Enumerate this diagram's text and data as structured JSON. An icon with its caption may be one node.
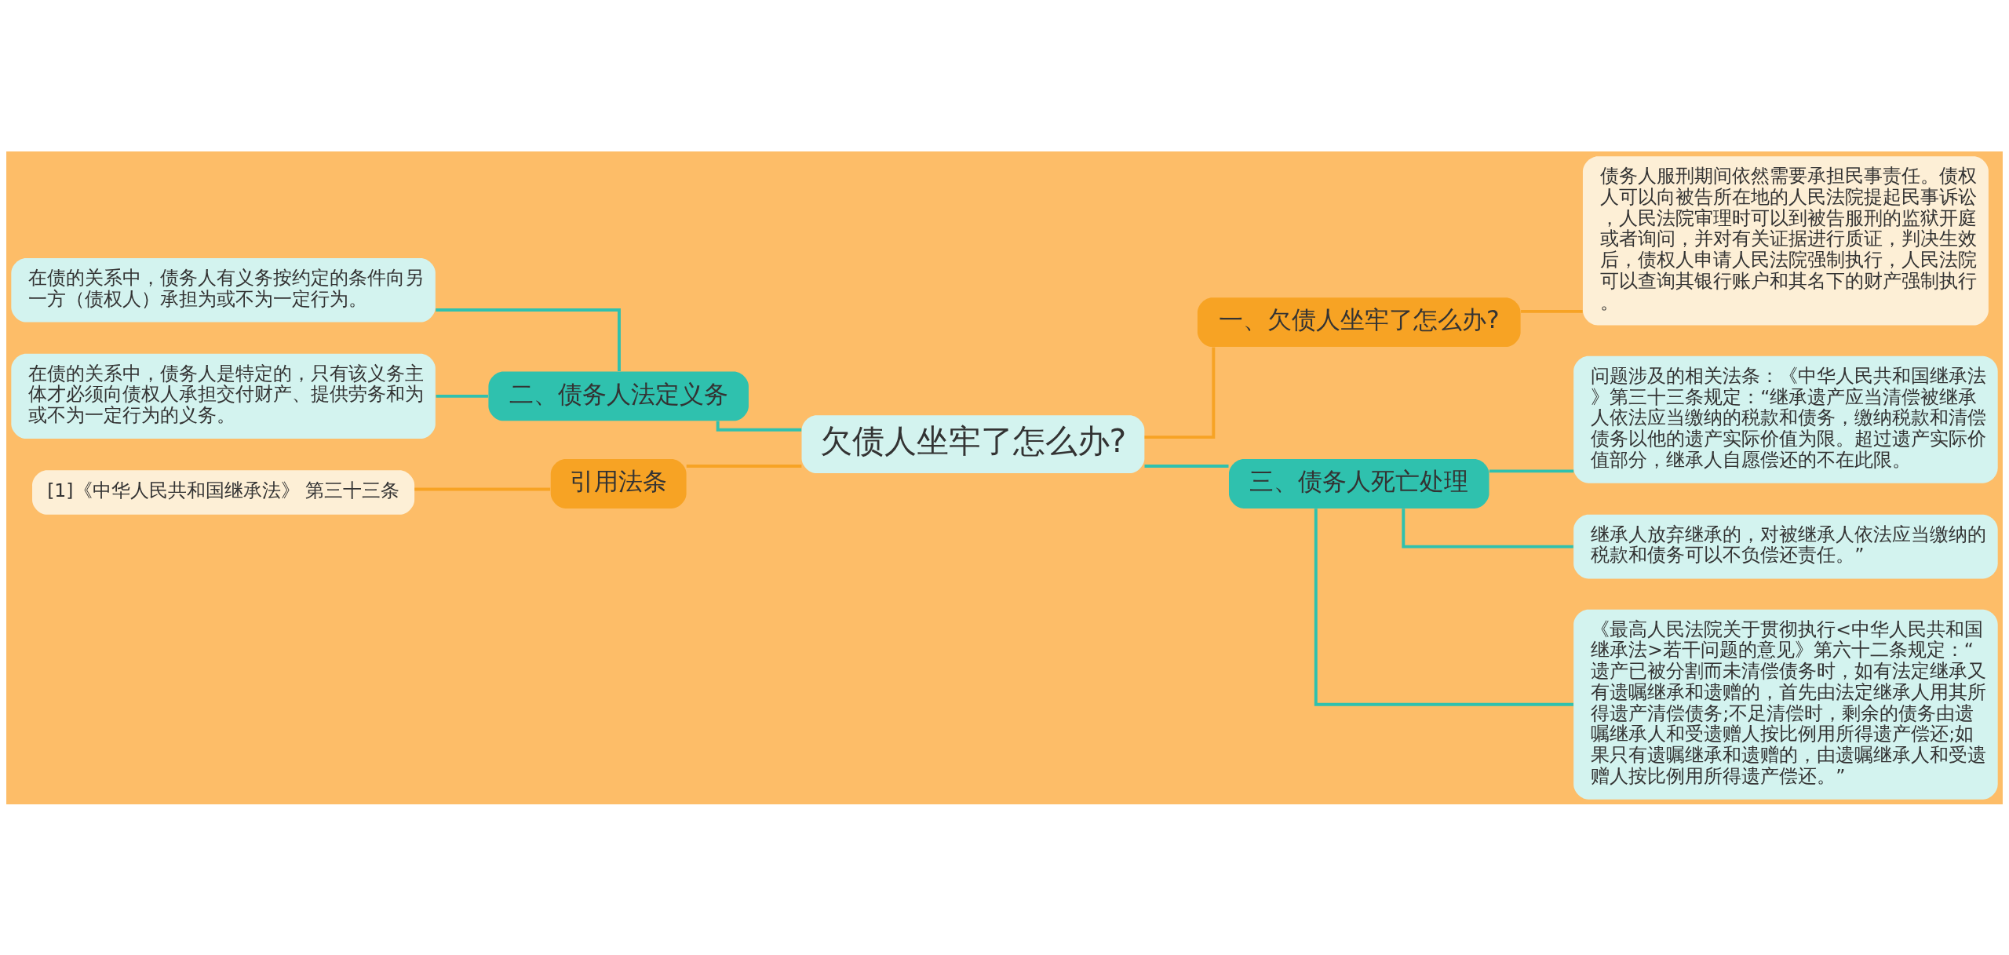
{
  "diagram": {
    "nodes": [
      {
        "text": [
          "欠债人坐牢了怎么办?"
        ]
      },
      {
        "text": [
          "一、欠债人坐牢了怎么办?"
        ]
      },
      {
        "text": [
          "债务人服刑期间依然需要承担民事责任。债权人可以向被告所在地的人民法院提起民事诉讼，人民法院审理时可以到被告服刑的监狱开庭或者询问，并对有关证据进行质证，判决生效后，债权人申请人民法院强制执行，人民法院可以查询其银行账户和其名下的财产强制执行。"
        ]
      },
      {
        "text": [
          "三、债务人死亡处理"
        ]
      },
      {
        "text": [
          "问题涉及的相关法条：《中华人民共和国继承法》第三十三条规定：“继承遗产应当清偿被继承人依法应当缴纳的税款和债务，缴纳税款和清偿债务以他的遗产实际价值为限。超过遗产实际价值部分，继承人自愿偿还的不在此限。"
        ]
      },
      {
        "text": [
          "继承人放弃继承的，对被继承人依法应当缴纳的税款和债务可以不负偿还责任。”"
        ]
      },
      {
        "text": [
          "《最高人民法院关于贯彻执行<中华人民共和国继承法>若干问题的意见》第六十二条规定：“遗产已被分割而未清偿债务时，如有法定继承又有遗嘱继承和遗赠的，首先由法定继承人用其所得遗产清偿债务;不足清偿时，剩余的债务由遗嘱继承人和受遗赠人按比例用所得遗产偿还;如果只有遗嘱继承和遗赠的，由遗嘱继承人和受遗赠人按比例用所得遗产偿还。”"
        ]
      },
      {
        "text": [
          "二、债务人法定义务"
        ]
      },
      {
        "text": [
          "在债的关系中，债务人有义务按约定的条件向另一方（债权人）承担为或不为一定行为。"
        ]
      },
      {
        "text": [
          "在债的关系中，债务人是特定的，只有该义务主体才必须向债权人承担交付财产、提供劳务和为或不为一定行为的义务。"
        ]
      },
      {
        "text": [
          "引用法条"
        ]
      },
      {
        "text": [
          "[1]《中华人民共和国继承法》 第三十三条"
        ]
      }
    ],
    "edges": [
      {
        "from": 0,
        "to": 1,
        "arrow": "none",
        "color": "#f7a324"
      },
      {
        "from": 1,
        "to": 2,
        "arrow": "none",
        "color": "#f7a324"
      },
      {
        "from": 0,
        "to": 3,
        "arrow": "none"
      },
      {
        "from": 3,
        "to": 4,
        "arrow": "none"
      },
      {
        "from": 3,
        "to": 5,
        "arrow": "none"
      },
      {
        "from": 3,
        "to": 6,
        "arrow": "none"
      },
      {
        "from": 0,
        "to": 7,
        "arrow": "none"
      },
      {
        "from": 7,
        "to": 8,
        "arrow": "none"
      },
      {
        "from": 7,
        "to": 9,
        "arrow": "none"
      },
      {
        "from": 0,
        "to": 10,
        "arrow": "none",
        "color": "#f7a324"
      },
      {
        "from": 10,
        "to": 11,
        "arrow": "none",
        "color": "#f7a324"
      }
    ]
  }
}
